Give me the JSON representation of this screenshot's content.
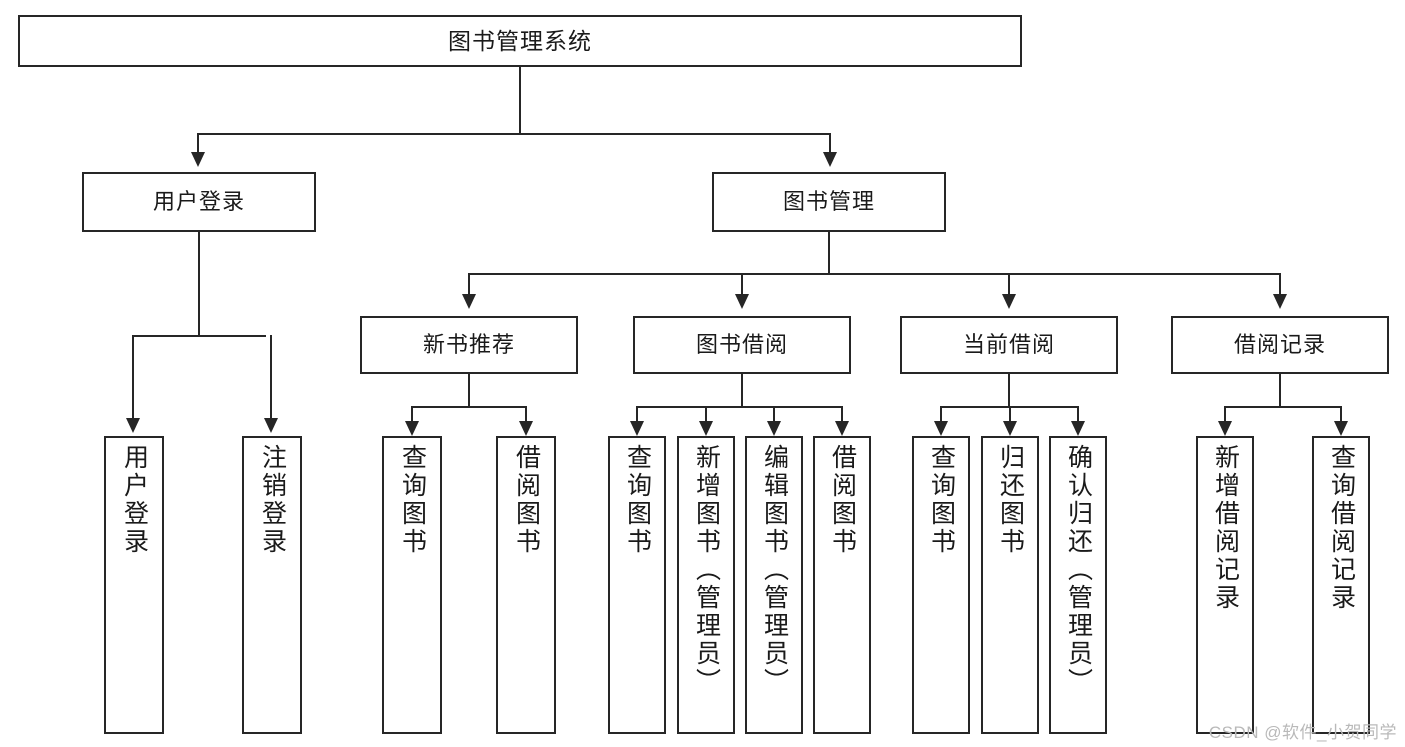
{
  "diagram": {
    "type": "tree-hierarchy-chart",
    "title": "图书管理系统",
    "watermark": "CSDN @软件_小贺同学",
    "colors": {
      "stroke": "#262626",
      "fill": "#ffffff",
      "text": "#1a1a1a",
      "watermark": "#b9b9b9"
    },
    "nodes": {
      "root": {
        "label": "图书管理系统",
        "level": 1
      },
      "level2": [
        {
          "label": "用户登录",
          "level": 2
        },
        {
          "label": "图书管理",
          "level": 2
        }
      ],
      "level3": [
        {
          "label": "新书推荐",
          "level": 3
        },
        {
          "label": "图书借阅",
          "level": 3
        },
        {
          "label": "当前借阅",
          "level": 3
        },
        {
          "label": "借阅记录",
          "level": 3
        }
      ],
      "leaves": [
        {
          "label": "用户登录",
          "parent": "用户登录"
        },
        {
          "label": "注销登录",
          "parent": "用户登录"
        },
        {
          "label": "查询图书",
          "parent": "新书推荐"
        },
        {
          "label": "借阅图书",
          "parent": "新书推荐"
        },
        {
          "label": "查询图书",
          "parent": "图书借阅"
        },
        {
          "label": "新增图书（管理员）",
          "parent": "图书借阅"
        },
        {
          "label": "编辑图书（管理员）",
          "parent": "图书借阅"
        },
        {
          "label": "借阅图书",
          "parent": "图书借阅"
        },
        {
          "label": "查询图书",
          "parent": "当前借阅"
        },
        {
          "label": "归还图书",
          "parent": "当前借阅"
        },
        {
          "label": "确认归还（管理员）",
          "parent": "当前借阅"
        },
        {
          "label": "新增借阅记录",
          "parent": "借阅记录"
        },
        {
          "label": "查询借阅记录",
          "parent": "借阅记录"
        }
      ]
    }
  }
}
